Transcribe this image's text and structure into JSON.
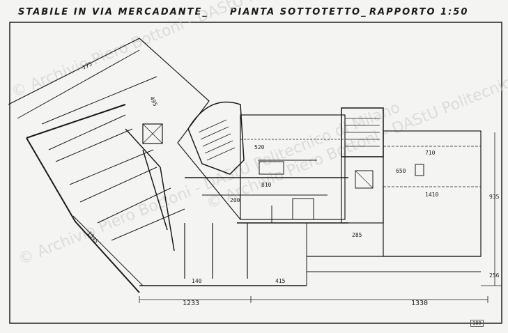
{
  "title": {
    "left": "STABILE IN VIA MERCADANTE_",
    "middle": "PIANTA SOTTOTETTO_",
    "right": "RAPPORTO 1:50"
  },
  "watermark": "© Archivio Piero Bottoni - DAStU Politecnico di Milano",
  "dimensions": {
    "d_1233": "1233",
    "d_1330": "1330",
    "d_935": "935",
    "d_256": "256",
    "d_495": "495",
    "d_710": "710",
    "d_1410": "1410",
    "d_650": "650",
    "d_285": "285",
    "d_415": "415",
    "d_140": "140",
    "d_775": "775",
    "d_1345": "1345",
    "d_520": "520",
    "d_810": "810",
    "d_200": "200"
  },
  "stamp": "180"
}
